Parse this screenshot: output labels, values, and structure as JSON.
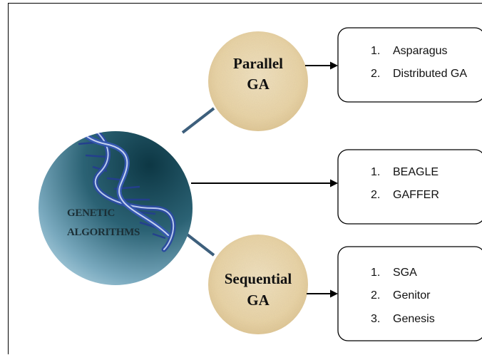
{
  "center": {
    "title_lines": [
      "GENETIC",
      "ALGORITHMS"
    ]
  },
  "parallel": {
    "title_lines": [
      "Parallel",
      "GA"
    ],
    "items": [
      {
        "num": "1.",
        "text": "Asparagus"
      },
      {
        "num": "2.",
        "text": "Distributed GA"
      }
    ]
  },
  "direct": {
    "items": [
      {
        "num": "1.",
        "text": "BEAGLE"
      },
      {
        "num": "2.",
        "text": "GAFFER"
      }
    ]
  },
  "sequential": {
    "title_lines": [
      "Sequential",
      "GA"
    ],
    "items": [
      {
        "num": "1.",
        "text": "SGA"
      },
      {
        "num": "2.",
        "text": "Genitor"
      },
      {
        "num": "3.",
        "text": "Genesis"
      }
    ]
  },
  "colors": {
    "sand_circle": "#e8d5a8",
    "center_dark": "#0f3c4a",
    "center_light": "#9fc4d6",
    "dna_blue": "#2f4fa3",
    "connector": "#3d5f7c"
  },
  "icons": [
    "dna-helix-icon"
  ]
}
